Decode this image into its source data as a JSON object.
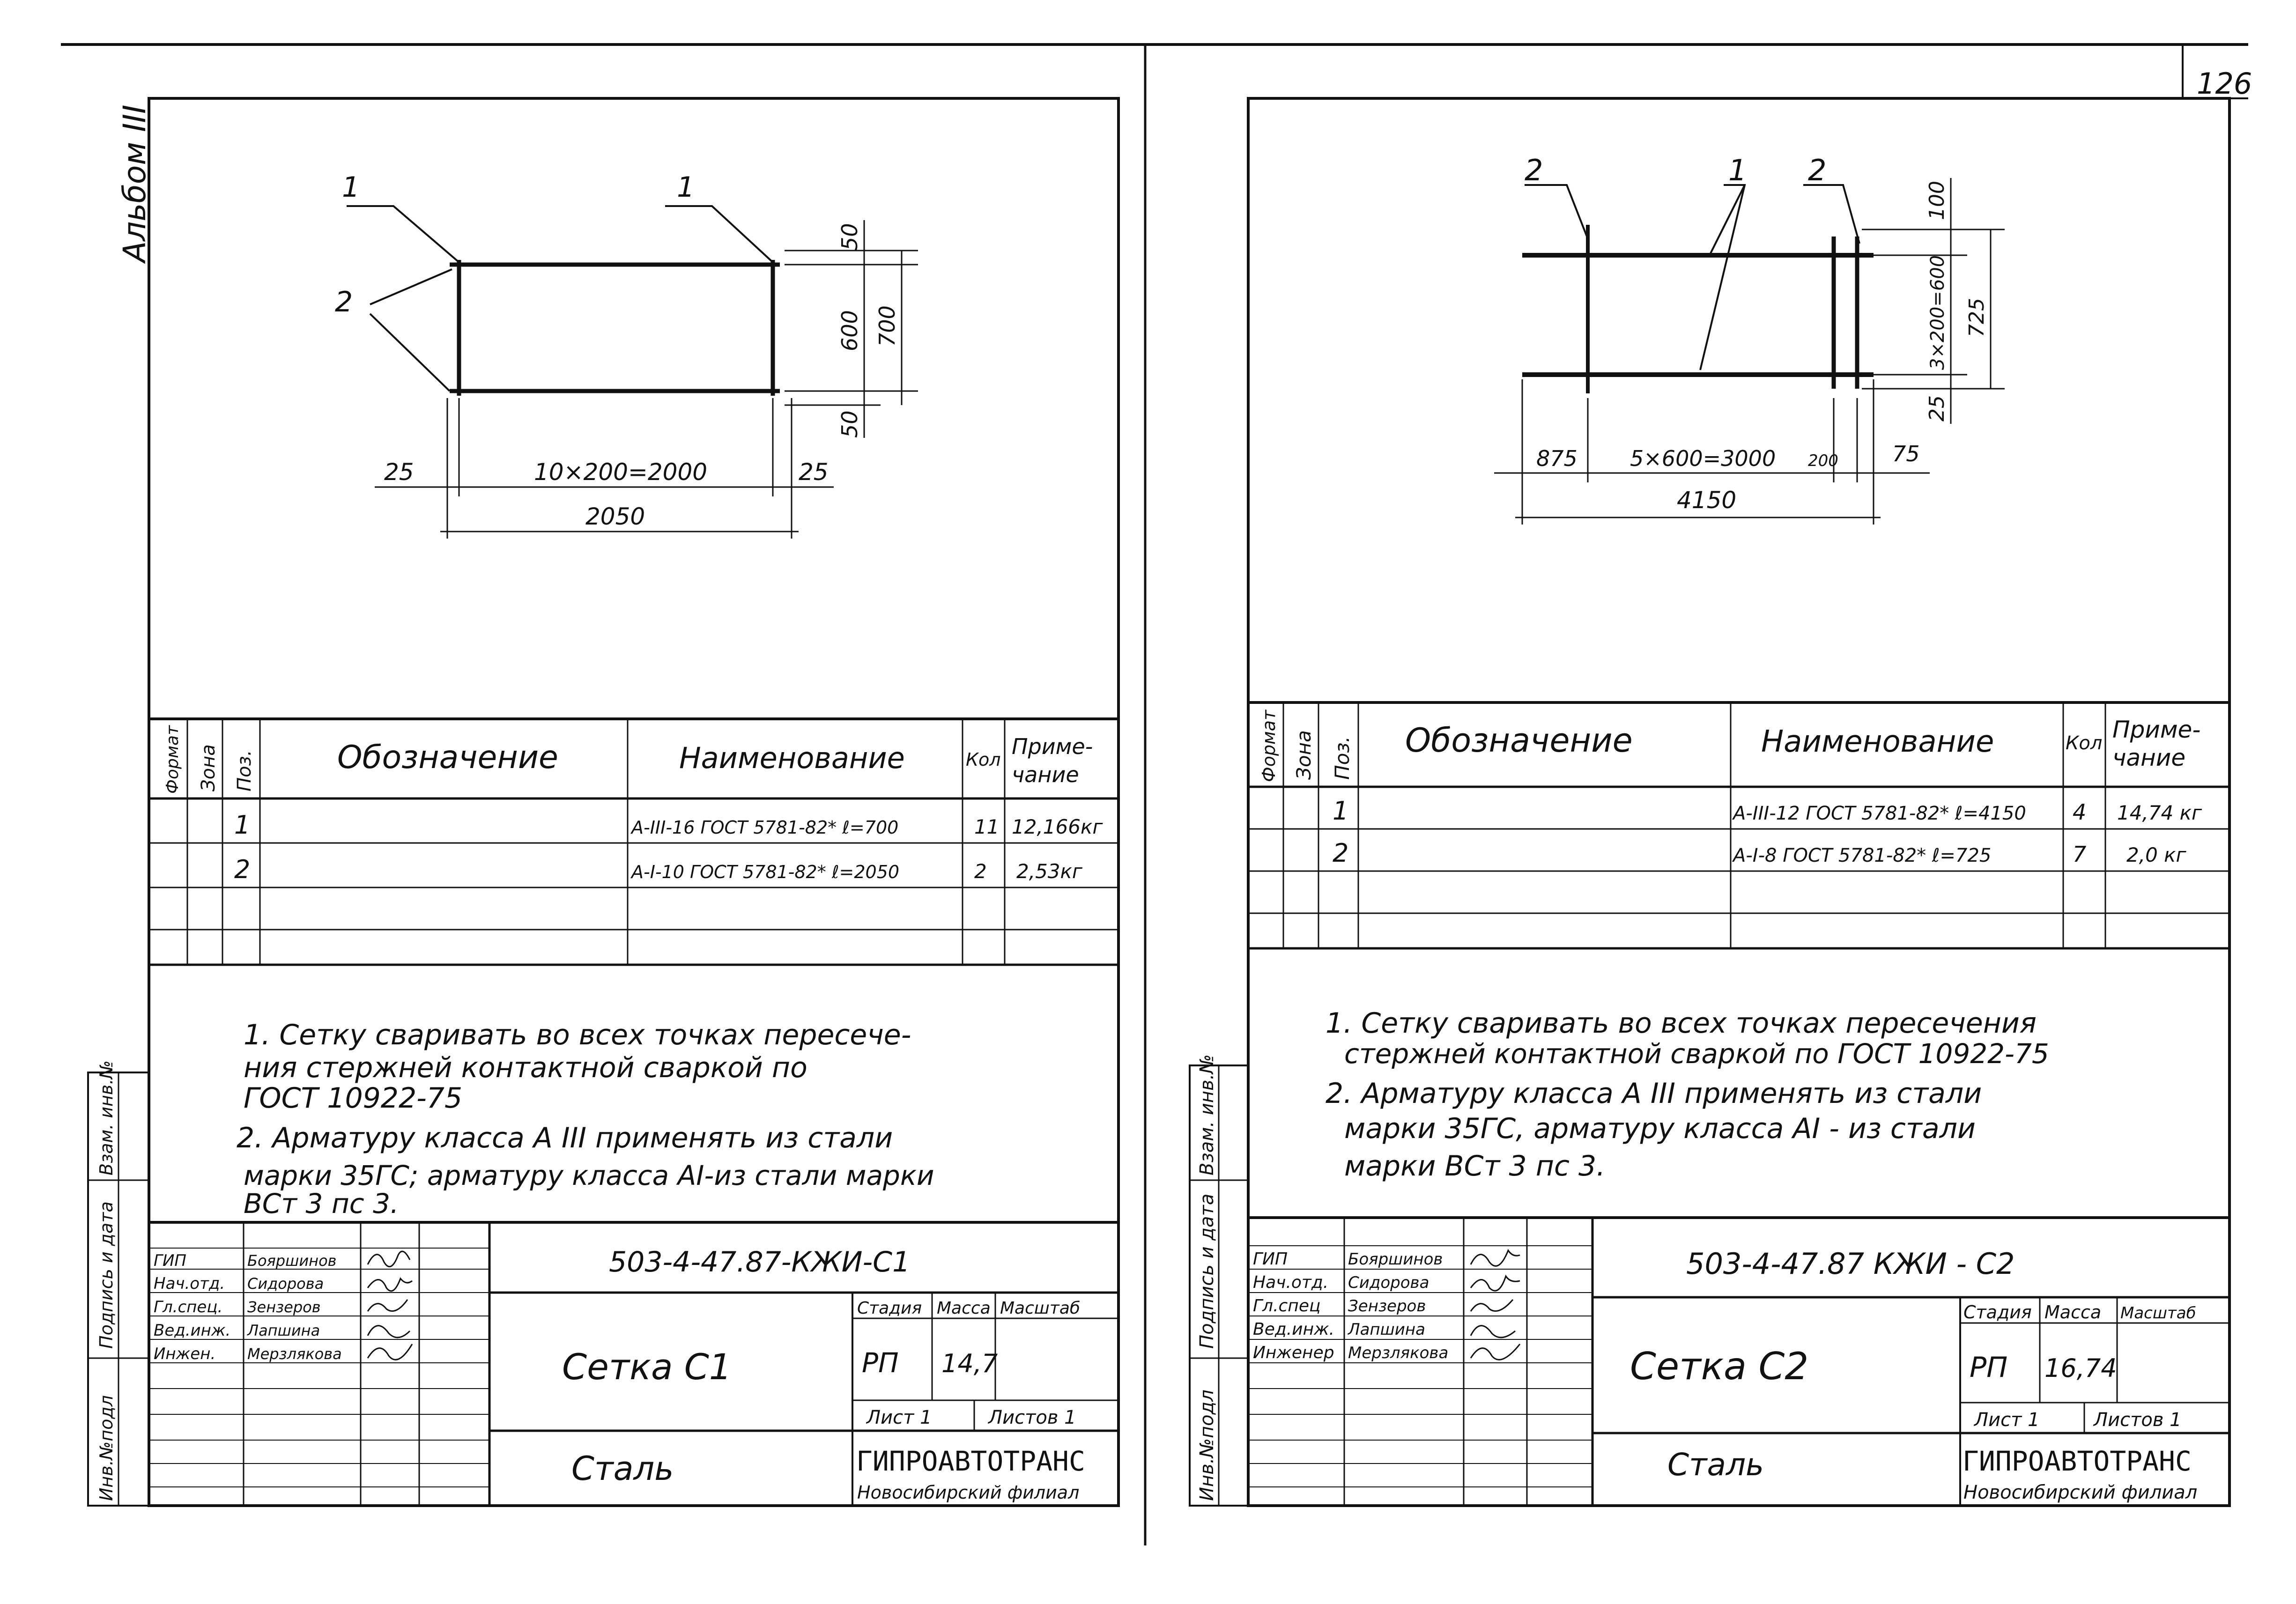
{
  "page": {
    "album_label": "Альбом III",
    "page_number": "126"
  },
  "common": {
    "spec_headers": {
      "format": "Формат",
      "zone": "Зона",
      "pos": "Поз.",
      "designation": "Обозначение",
      "name": "Наименование",
      "qty": "Кол",
      "note1": "Приме-",
      "note2": "чание"
    },
    "approval_side_labels": {
      "inv_no": "Инв.№подл",
      "signature_date": "Подпись и дата",
      "replaces_inv": "Взам. инв.№"
    },
    "stamp_headers": {
      "stage": "Стадия",
      "mass": "Масса",
      "scale": "Масштаб"
    }
  },
  "sheet1": {
    "drawing": {
      "callouts": [
        "1",
        "1",
        "2"
      ],
      "dims": {
        "top_50": "50",
        "mid_600": "600",
        "total_700": "700",
        "bottom_50": "50",
        "left_25": "25",
        "middle": "10×200=2000",
        "right_25": "25",
        "overall": "2050"
      }
    },
    "spec_rows": [
      {
        "pos": "1",
        "designation": "",
        "name": "А-III-16 ГОСТ 5781-82* ℓ=700",
        "qty": "11",
        "note": "12,166кг"
      },
      {
        "pos": "2",
        "designation": "",
        "name": "А-I-10 ГОСТ 5781-82* ℓ=2050",
        "qty": "2",
        "note": "2,53кг"
      }
    ],
    "notes": [
      "1. Сетку сваривать во всех точках пересече-",
      "ния стержней контактной сваркой по",
      "ГОСТ 10922-75",
      "2. Арматуру класса А III применять из стали",
      "марки 35ГС; арматуру класса АI-из стали марки",
      "ВСт 3 пс 3."
    ],
    "stamp": {
      "code": "503-4-47.87-КЖИ-С1",
      "title": "Сетка С1",
      "material": "Сталь",
      "stage": "РП",
      "mass": "14,7",
      "scale": "",
      "sheet": "Лист 1",
      "sheets": "Листов 1",
      "org": "ГИПРОАВТОТРАНС",
      "branch": "Новосибирский филиал",
      "people": [
        {
          "role": "ГИП",
          "name": "Бояршинов"
        },
        {
          "role": "Нач.отд.",
          "name": "Сидорова"
        },
        {
          "role": "Гл.спец.",
          "name": "Зензеров"
        },
        {
          "role": "Вед.инж.",
          "name": "Лапшина"
        },
        {
          "role": "Инжен.",
          "name": "Мерзлякова"
        }
      ]
    }
  },
  "sheet2": {
    "drawing": {
      "callouts": [
        "2",
        "1",
        "2"
      ],
      "dims": {
        "top_100": "100",
        "mid": "3×200=600",
        "total_725": "725",
        "bottom_25": "25",
        "left_875": "875",
        "middle": "5×600=3000",
        "gap_200": "200",
        "right_75": "75",
        "overall": "4150"
      }
    },
    "spec_rows": [
      {
        "pos": "1",
        "designation": "",
        "name": "А-III-12 ГОСТ 5781-82* ℓ=4150",
        "qty": "4",
        "note": "14,74 кг"
      },
      {
        "pos": "2",
        "designation": "",
        "name": "А-I-8 ГОСТ 5781-82* ℓ=725",
        "qty": "7",
        "note": "2,0 кг"
      }
    ],
    "notes": [
      "1. Сетку сваривать во всех точках пересечения",
      "стержней контактной сваркой по ГОСТ 10922-75",
      "2. Арматуру класса А III применять из стали",
      "марки 35ГС, арматуру класса АI - из стали",
      "марки ВСт 3 пс 3."
    ],
    "stamp": {
      "code": "503-4-47.87 КЖИ - С2",
      "title": "Сетка С2",
      "material": "Сталь",
      "stage": "РП",
      "mass": "16,74",
      "scale": "",
      "sheet": "Лист 1",
      "sheets": "Листов 1",
      "org": "ГИПРОАВТОТРАНС",
      "branch": "Новосибирский филиал",
      "people": [
        {
          "role": "ГИП",
          "name": "Бояршинов"
        },
        {
          "role": "Нач.отд.",
          "name": "Сидорова"
        },
        {
          "role": "Гл.спец",
          "name": "Зензеров"
        },
        {
          "role": "Вед.инж.",
          "name": "Лапшина"
        },
        {
          "role": "Инженер",
          "name": "Мерзлякова"
        }
      ]
    }
  }
}
